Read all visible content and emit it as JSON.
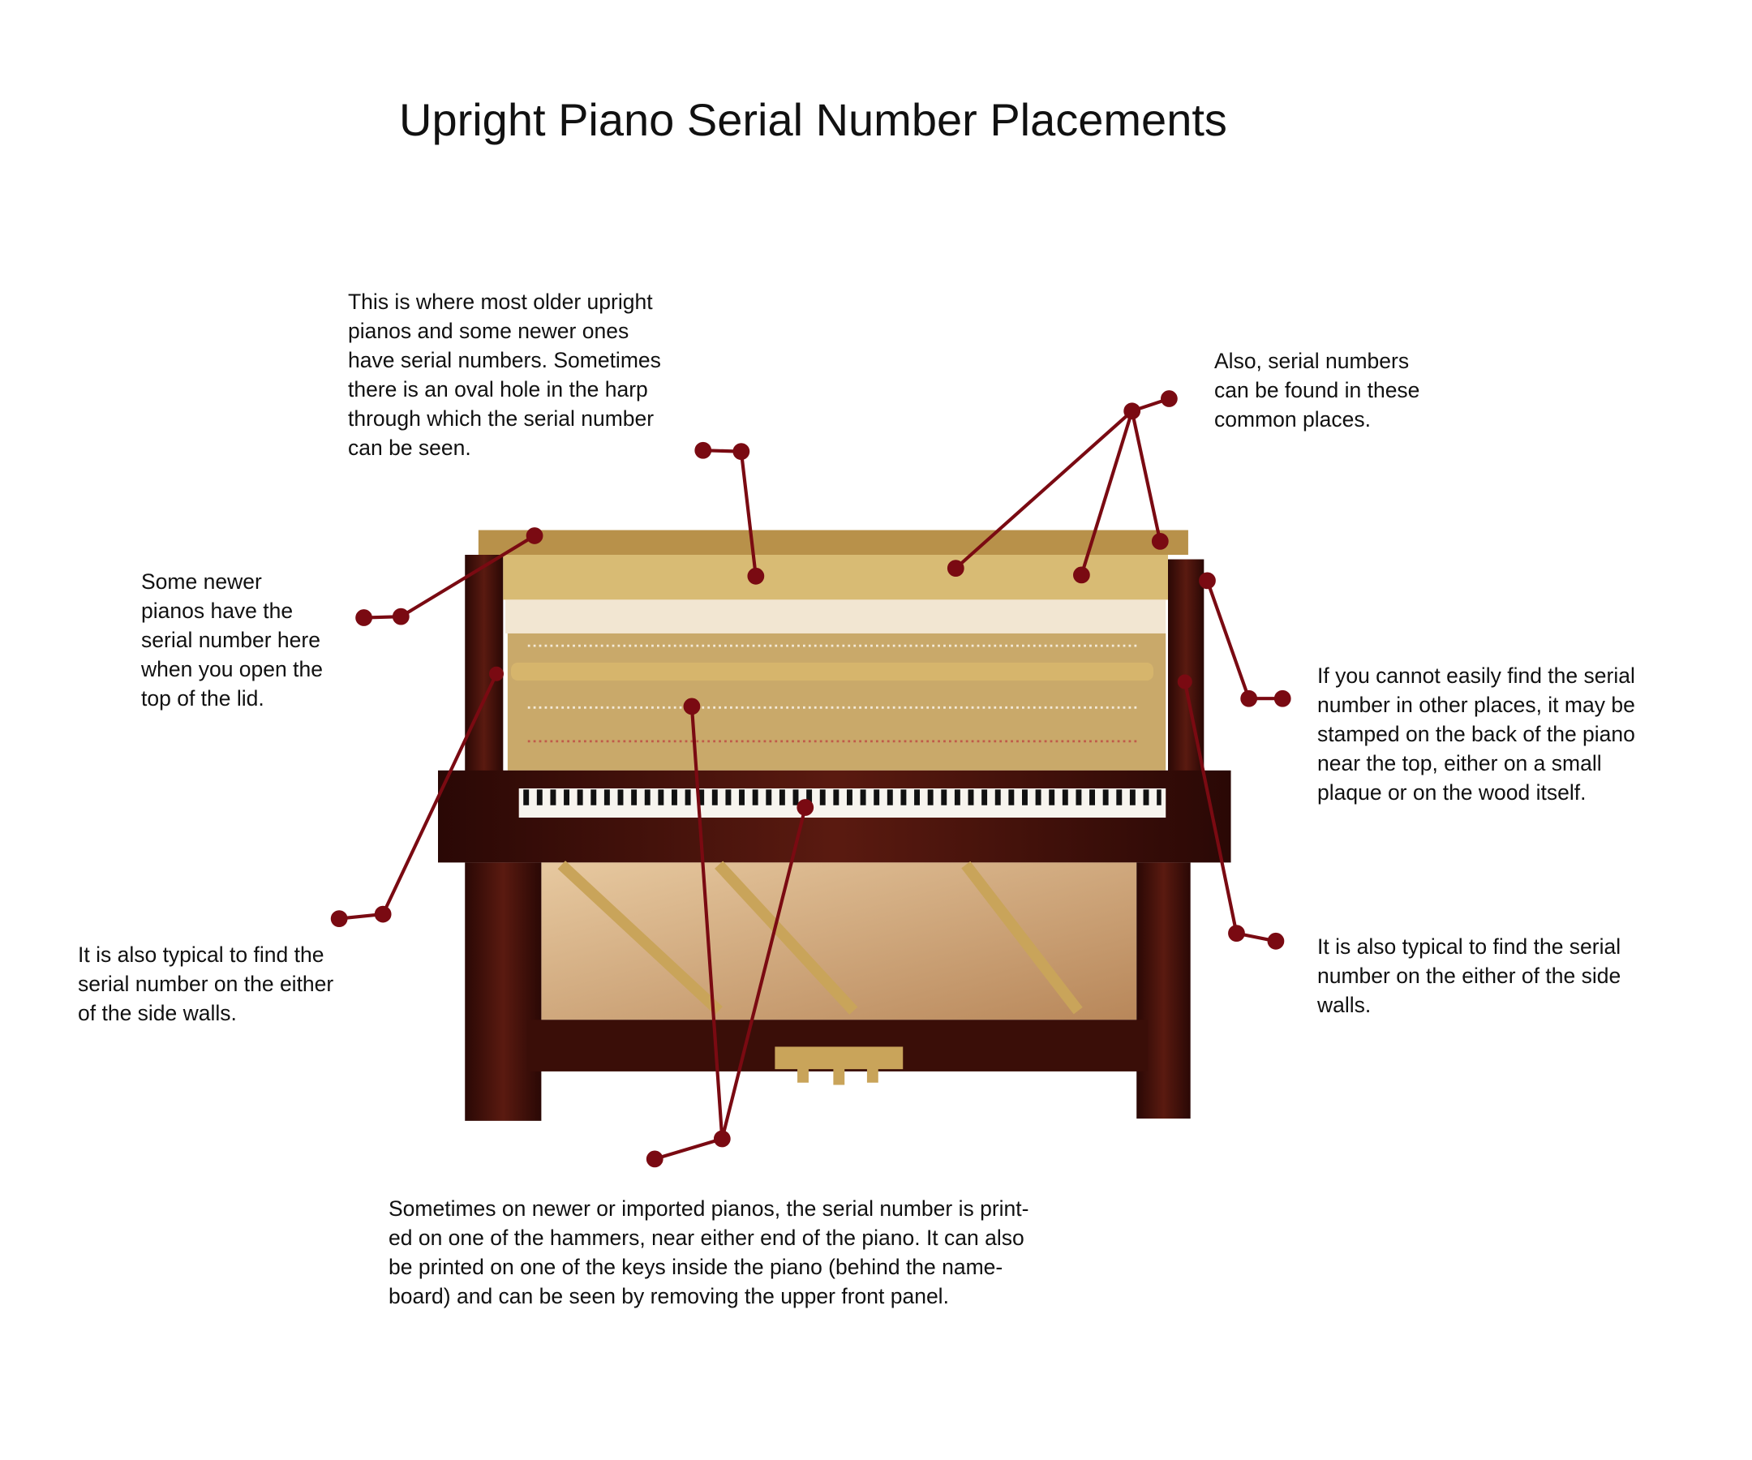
{
  "title": "Upright Piano Serial Number Placements",
  "callouts": {
    "harp": "This is where most older upright\npianos and some newer ones\nhave serial numbers. Sometimes\nthere is an oval hole in the harp\nthrough which the serial number\ncan be seen.",
    "common": "Also, serial numbers\ncan be found in these\ncommon places.",
    "lid": "Some newer\npianos have the\nserial number here\nwhen you open the\ntop of the lid.",
    "back": "If you cannot easily find the serial\nnumber in other places, it may be\nstamped on the back of the piano\nnear the top, either on a small\nplaque or on the wood itself.",
    "left_side": "It is also typical to find the\nserial number on the either\nof the side walls.",
    "right_side": "It is also typical to find the serial\nnumber on the either of the side\nwalls.",
    "hammers": "Sometimes on newer or imported pianos, the serial number is print-\ned on one of the hammers, near either end of the piano. It can also\nbe printed on one of the keys inside the piano (behind the name-\nboard) and can be seen by removing the upper front panel."
  },
  "colors": {
    "leader": "#7a0a12",
    "wood": "#3a0e08",
    "brass": "#c9a45a"
  }
}
